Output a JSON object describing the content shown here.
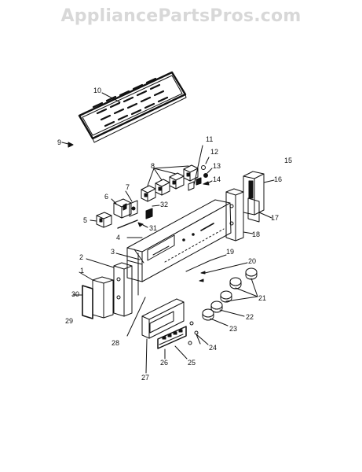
{
  "watermark": "AppliancePartsPros.com",
  "callouts": [
    "1",
    "2",
    "3",
    "4",
    "5",
    "6",
    "7",
    "8",
    "9",
    "10",
    "11",
    "12",
    "13",
    "14",
    "15",
    "16",
    "17",
    "18",
    "19",
    "20",
    "21",
    "22",
    "23",
    "24",
    "25",
    "26",
    "27",
    "28",
    "29",
    "30",
    "31",
    "32"
  ],
  "colors": {
    "ink": "#111111",
    "watermark": "#d8d8d8"
  }
}
